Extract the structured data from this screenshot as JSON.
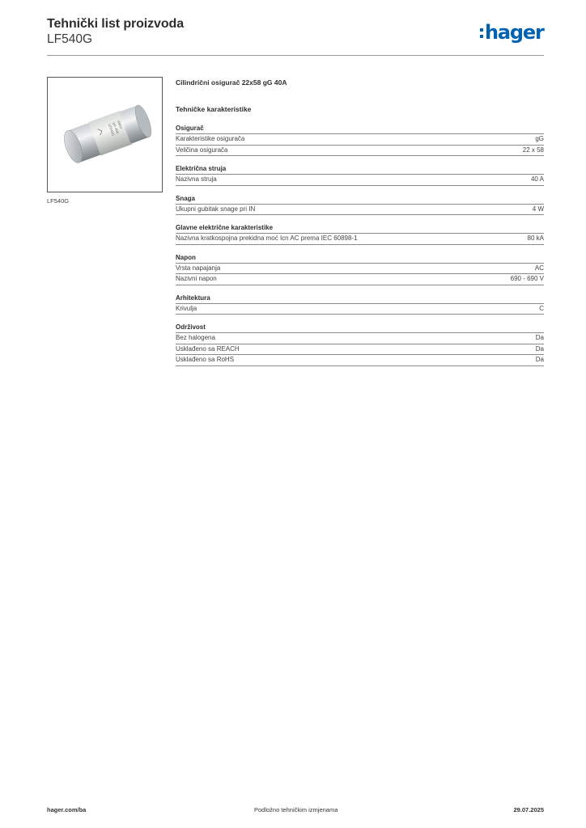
{
  "header": {
    "title": "Tehnički list proizvoda",
    "subtitle": "LF540G",
    "logo_text": "hager",
    "logo_color": "#0062b2"
  },
  "product": {
    "caption": "LF540G",
    "image": "cylindrical-fuse-photo"
  },
  "main": {
    "product_name": "Cilindrični osigurač 22x58 gG 40A",
    "section_heading": "Tehničke karakteristike",
    "groups": [
      {
        "title": "Osigurač",
        "rows": [
          {
            "label": "Karakteristike osigurača",
            "value": "gG"
          },
          {
            "label": "Veličina osigurača",
            "value": "22 x 58"
          }
        ]
      },
      {
        "title": "Električna struja",
        "rows": [
          {
            "label": "Nazivna struja",
            "value": "40 A"
          }
        ]
      },
      {
        "title": "Snaga",
        "rows": [
          {
            "label": "Ukupni gubitak snage pri IN",
            "value": "4 W"
          }
        ]
      },
      {
        "title": "Glavne električne karakteristike",
        "rows": [
          {
            "label": "Nazivna kratkospojna prekidna moć Icn AC prema IEC 60898-1",
            "value": "80 kA"
          }
        ]
      },
      {
        "title": "Napon",
        "rows": [
          {
            "label": "Vrsta napajanja",
            "value": "AC"
          },
          {
            "label": "Nazivni napon",
            "value": "690 - 690 V"
          }
        ]
      },
      {
        "title": "Arhitektura",
        "rows": [
          {
            "label": "Krivulja",
            "value": "C"
          }
        ]
      },
      {
        "title": "Održivost",
        "rows": [
          {
            "label": "Bez halogena",
            "value": "Da"
          },
          {
            "label": "Usklađeno sa REACH",
            "value": "Da"
          },
          {
            "label": "Usklađeno sa RoHS",
            "value": "Da"
          }
        ]
      }
    ]
  },
  "footer": {
    "website": "hager.com/ba",
    "notice": "Podložno tehničkim izmjenama",
    "date": "29.07.2025"
  }
}
